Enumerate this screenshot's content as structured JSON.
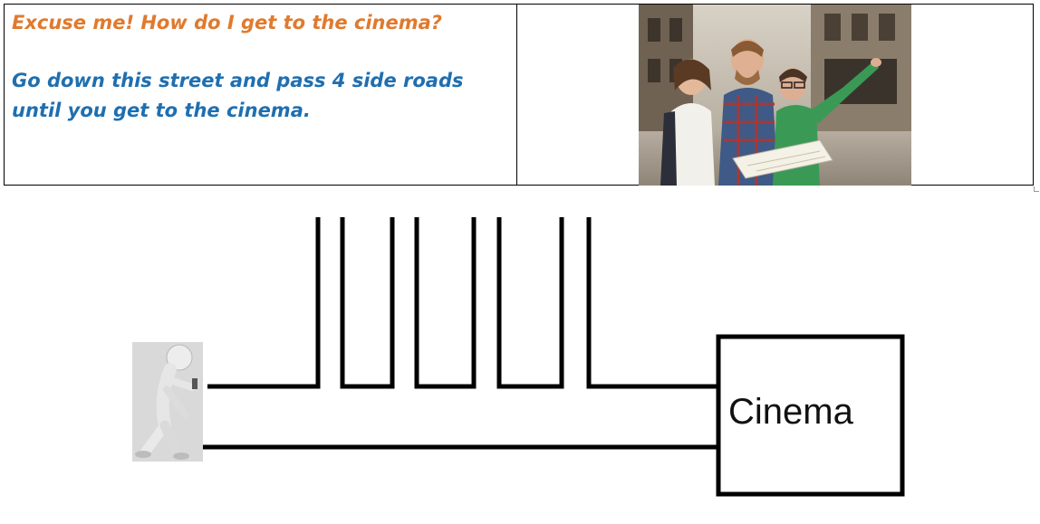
{
  "dialogue": {
    "question": "Excuse me! How do I get to the cinema?",
    "answer": "Go down this street and pass 4 side roads until you get to the cinema."
  },
  "photo": {
    "icon": "tourists-with-map-photo"
  },
  "map": {
    "destination_label": "Cinema",
    "side_roads": 4,
    "walker_icon": "walking-person-with-phone-icon",
    "colors": {
      "question": "#E07A2E",
      "answer": "#1F6FB0",
      "roads": "#000000"
    }
  }
}
